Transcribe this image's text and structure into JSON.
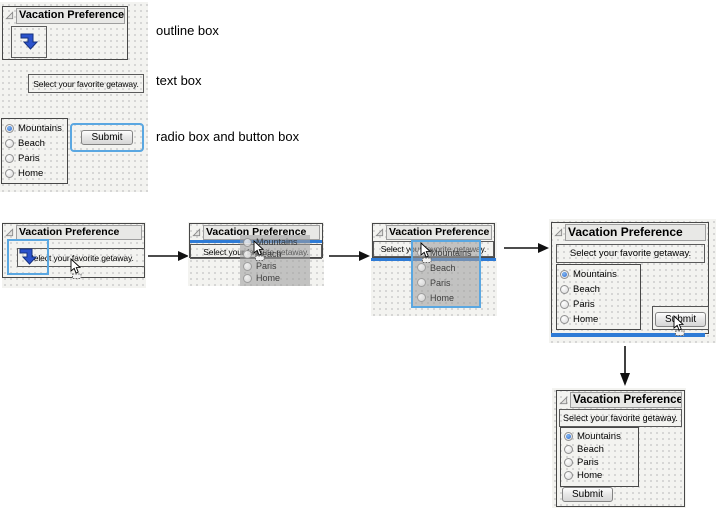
{
  "colors": {
    "selection_blue": "#5aa7e1",
    "insertion_line_blue": "#2e7bd6",
    "drop_arrow_blue": "#2b52cc",
    "radio_selected_blue": "#2767d2",
    "panel_border": "#474747",
    "design_surface": "#f3f3f0"
  },
  "legend": {
    "outline_box_label": "outline box",
    "text_box_label": "text box",
    "radio_button_box_label": "radio box and button box"
  },
  "form": {
    "title": "Vacation Preference",
    "prompt": "Select your favorite getaway.",
    "options": [
      "Mountains",
      "Beach",
      "Paris",
      "Home"
    ],
    "selected_option": "Mountains",
    "submit_label": "Submit"
  }
}
